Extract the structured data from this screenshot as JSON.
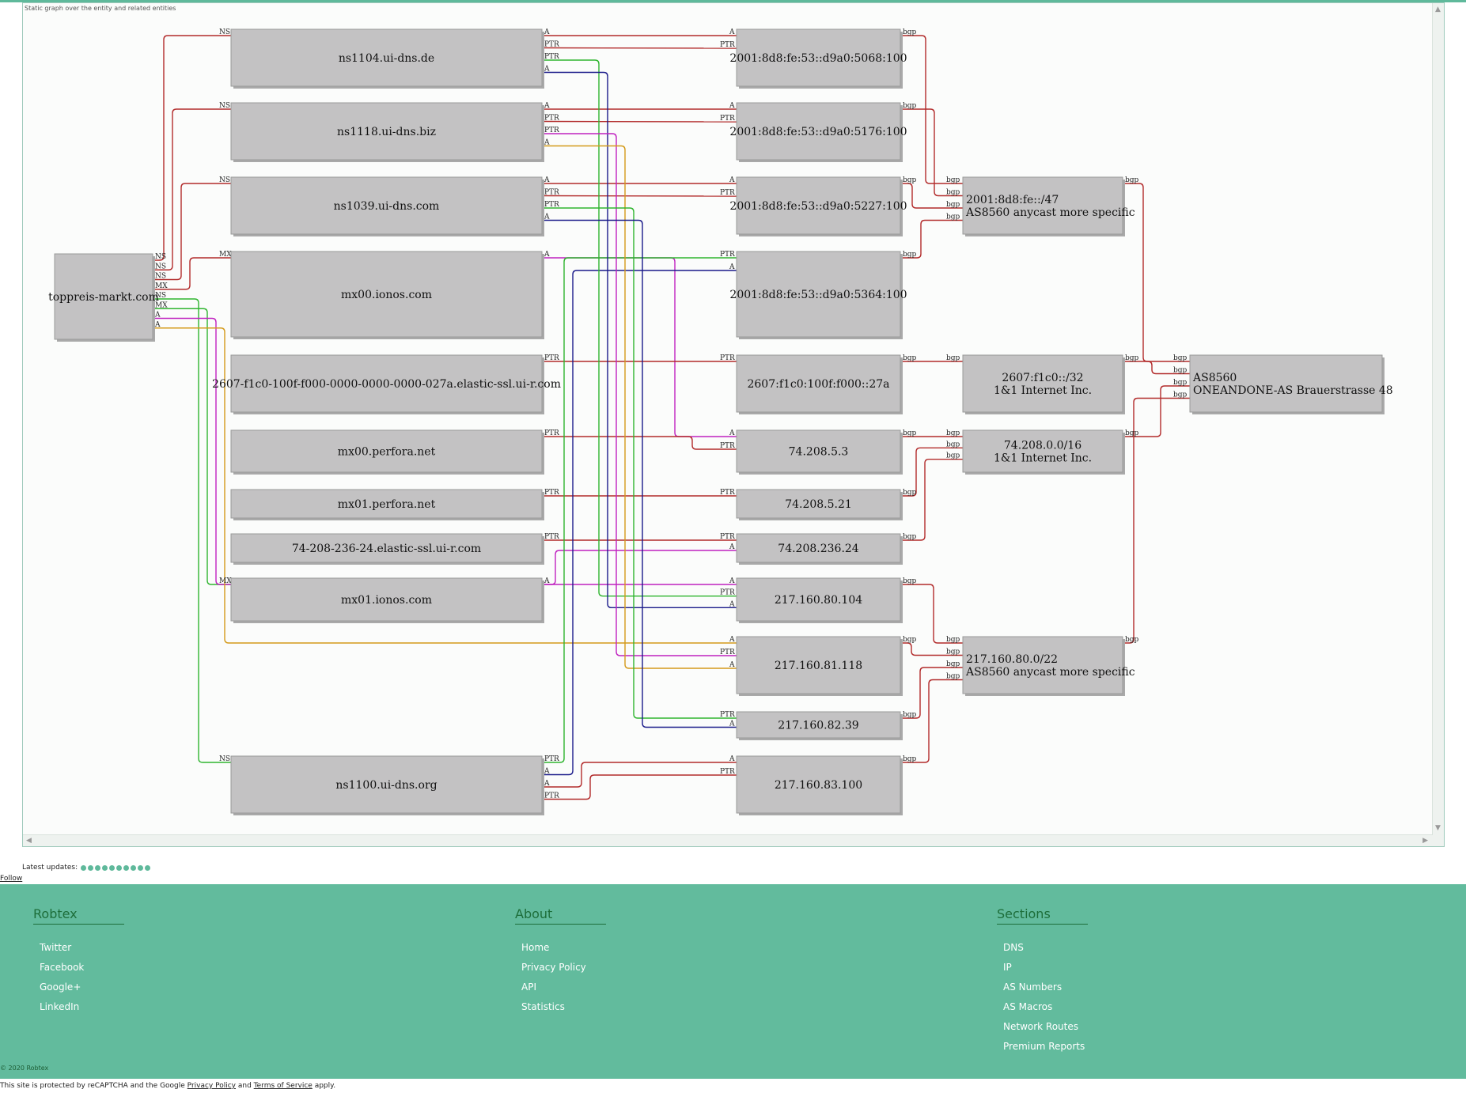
{
  "graph": {
    "caption": "Static graph over the entity and related entities",
    "nodes": [
      {
        "id": "tm",
        "label": "toppreis-markt.com"
      },
      {
        "id": "ns1104",
        "label": "ns1104.ui-dns.de"
      },
      {
        "id": "ns1118",
        "label": "ns1118.ui-dns.biz"
      },
      {
        "id": "ns1039",
        "label": "ns1039.ui-dns.com"
      },
      {
        "id": "mx00i",
        "label": "mx00.ionos.com"
      },
      {
        "id": "elastic1",
        "label": "2607-f1c0-100f-f000-0000-0000-0000-027a.elastic-ssl.ui-r.com"
      },
      {
        "id": "mx00p",
        "label": "mx00.perfora.net"
      },
      {
        "id": "mx01p",
        "label": "mx01.perfora.net"
      },
      {
        "id": "elastic2",
        "label": "74-208-236-24.elastic-ssl.ui-r.com"
      },
      {
        "id": "mx01i",
        "label": "mx01.ionos.com"
      },
      {
        "id": "ns1100",
        "label": "ns1100.ui-dns.org"
      },
      {
        "id": "ip6a",
        "label": "2001:8d8:fe:53::d9a0:5068:100"
      },
      {
        "id": "ip6b",
        "label": "2001:8d8:fe:53::d9a0:5176:100"
      },
      {
        "id": "ip6c",
        "label": "2001:8d8:fe:53::d9a0:5227:100"
      },
      {
        "id": "ip6d",
        "label": "2001:8d8:fe:53::d9a0:5364:100"
      },
      {
        "id": "ip6e",
        "label": "2607:f1c0:100f:f000::27a"
      },
      {
        "id": "ip4a",
        "label": "74.208.5.3"
      },
      {
        "id": "ip4b",
        "label": "74.208.5.21"
      },
      {
        "id": "ip4c",
        "label": "74.208.236.24"
      },
      {
        "id": "ip4d",
        "label": "217.160.80.104"
      },
      {
        "id": "ip4e",
        "label": "217.160.81.118"
      },
      {
        "id": "ip4f",
        "label": "217.160.82.39"
      },
      {
        "id": "ip4g",
        "label": "217.160.83.100"
      },
      {
        "id": "net1",
        "label": "2001:8d8:fe::/47",
        "label2": "AS8560 anycast more specific"
      },
      {
        "id": "net2",
        "label": "2607:f1c0::/32",
        "label2": "1&1 Internet Inc."
      },
      {
        "id": "net3",
        "label": "74.208.0.0/16",
        "label2": "1&1 Internet Inc."
      },
      {
        "id": "net4",
        "label": "217.160.80.0/22",
        "label2": "AS8560 anycast more specific"
      },
      {
        "id": "as",
        "label": "AS8560",
        "label2": "ONEANDONE-AS Brauerstrasse 48"
      }
    ],
    "edges": [
      {
        "from": "tm",
        "to": "ns1104",
        "label": "NS"
      },
      {
        "from": "tm",
        "to": "ns1118",
        "label": "NS"
      },
      {
        "from": "tm",
        "to": "ns1039",
        "label": "NS"
      },
      {
        "from": "tm",
        "to": "mx00i",
        "label": "MX"
      },
      {
        "from": "tm",
        "to": "ns1100",
        "label": "NS"
      },
      {
        "from": "tm",
        "to": "mx01i",
        "label": "MX"
      },
      {
        "from": "tm",
        "to": "ip4d",
        "label": "A"
      },
      {
        "from": "tm",
        "to": "ip4e",
        "label": "A"
      },
      {
        "from": "ns1104",
        "to": "ip6a",
        "label": "A"
      },
      {
        "from": "ns1104",
        "to": "ip6a",
        "label": "PTR"
      },
      {
        "from": "ns1118",
        "to": "ip6b",
        "label": "A"
      },
      {
        "from": "ns1118",
        "to": "ip6b",
        "label": "PTR"
      },
      {
        "from": "ns1039",
        "to": "ip6c",
        "label": "A"
      },
      {
        "from": "ns1039",
        "to": "ip6c",
        "label": "PTR"
      },
      {
        "from": "mx00i",
        "to": "ip4a",
        "label": "A"
      },
      {
        "from": "elastic1",
        "to": "ip6e",
        "label": "PTR"
      },
      {
        "from": "mx00p",
        "to": "ip4a",
        "label": "PTR"
      },
      {
        "from": "mx01p",
        "to": "ip4b",
        "label": "PTR"
      },
      {
        "from": "elastic2",
        "to": "ip4c",
        "label": "PTR"
      },
      {
        "from": "mx01i",
        "to": "ip4c",
        "label": "A"
      },
      {
        "from": "ns1100",
        "to": "ip6d",
        "label": "PTR"
      },
      {
        "from": "ns1100",
        "to": "ip6d",
        "label": "A"
      },
      {
        "from": "ns1100",
        "to": "ip4g",
        "label": "A"
      },
      {
        "from": "ns1100",
        "to": "ip4g",
        "label": "PTR"
      },
      {
        "from": "ns1104",
        "to": "ip4d",
        "label": "PTR"
      },
      {
        "from": "ns1104",
        "to": "ip4d",
        "label": "A"
      },
      {
        "from": "ns1118",
        "to": "ip4e",
        "label": "PTR"
      },
      {
        "from": "ns1118",
        "to": "ip4e",
        "label": "A"
      },
      {
        "from": "ns1039",
        "to": "ip4f",
        "label": "PTR"
      },
      {
        "from": "ns1039",
        "to": "ip4f",
        "label": "A"
      },
      {
        "from": "ip6a",
        "to": "net1",
        "label": "bgp"
      },
      {
        "from": "ip6b",
        "to": "net1",
        "label": "bgp"
      },
      {
        "from": "ip6c",
        "to": "net1",
        "label": "bgp"
      },
      {
        "from": "ip6d",
        "to": "net1",
        "label": "bgp"
      },
      {
        "from": "ip6e",
        "to": "net2",
        "label": "bgp"
      },
      {
        "from": "ip4a",
        "to": "net3",
        "label": "bgp"
      },
      {
        "from": "ip4b",
        "to": "net3",
        "label": "bgp"
      },
      {
        "from": "ip4c",
        "to": "net3",
        "label": "bgp"
      },
      {
        "from": "ip4d",
        "to": "net4",
        "label": "bgp"
      },
      {
        "from": "ip4e",
        "to": "net4",
        "label": "bgp"
      },
      {
        "from": "ip4f",
        "to": "net4",
        "label": "bgp"
      },
      {
        "from": "ip4g",
        "to": "net4",
        "label": "bgp"
      },
      {
        "from": "net1",
        "to": "as",
        "label": "bgp"
      },
      {
        "from": "net2",
        "to": "as",
        "label": "bgp"
      },
      {
        "from": "net3",
        "to": "as",
        "label": "bgp"
      },
      {
        "from": "net4",
        "to": "as",
        "label": "bgp"
      }
    ]
  },
  "latest_updates": {
    "label": "Latest updates:",
    "dot_count": 10
  },
  "follow": "Follow",
  "footer": {
    "columns": [
      {
        "title": "Robtex",
        "items": [
          "Twitter",
          "Facebook",
          "Google+",
          "LinkedIn"
        ]
      },
      {
        "title": "About",
        "items": [
          "Home",
          "Privacy Policy",
          "API",
          "Statistics"
        ]
      },
      {
        "title": "Sections",
        "items": [
          "DNS",
          "IP",
          "AS Numbers",
          "AS Macros",
          "Network Routes",
          "Premium Reports"
        ]
      }
    ],
    "copyright": "© 2020 Robtex",
    "recaptcha": {
      "pre": "This site is protected by reCAPTCHA and the Google ",
      "privacy": "Privacy Policy",
      "mid": " and ",
      "terms": "Terms of Service",
      "post": " apply."
    }
  },
  "colors": {
    "accent": "#62bb9d",
    "red": "#b22b2b",
    "green": "#2fb52f",
    "blue": "#1a1a8a",
    "magenta": "#c022c0",
    "orange": "#d49a1a"
  }
}
